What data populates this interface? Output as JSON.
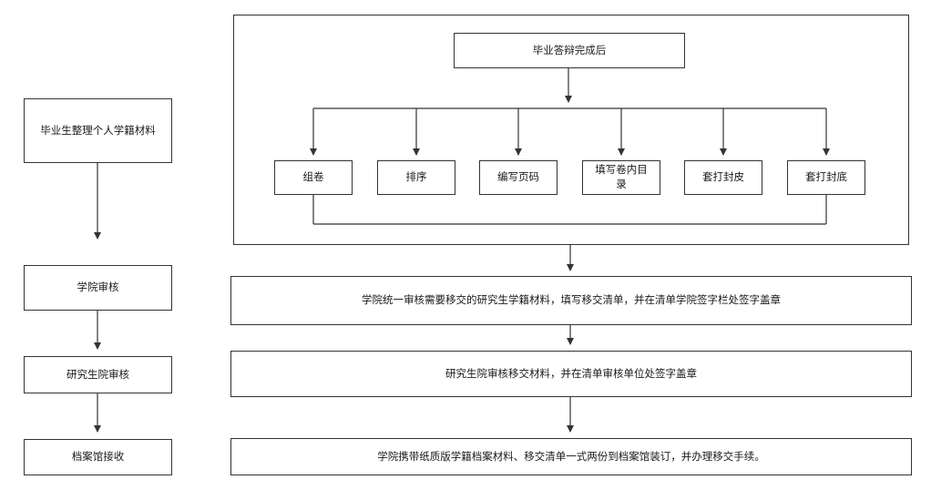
{
  "left_steps": {
    "organize_materials": "毕业生整理个人学籍材料",
    "college_review": "学院审核",
    "grad_school_review": "研究生院审核",
    "archive_receive": "档案馆接收"
  },
  "flow": {
    "start": "毕业答辩完成后",
    "tasks": [
      "组卷",
      "排序",
      "编写页码",
      "填写卷内目录",
      "套打封皮",
      "套打封底"
    ]
  },
  "details": {
    "college": "学院统一审核需要移交的研究生学籍材料，填写移交清单，并在清单学院签字栏处签字盖章",
    "grad_school": "研究生院审核移交材料，并在清单审核单位处签字盖章",
    "archive": "学院携带纸质版学籍档案材料、移交清单一式两份到档案馆装订，并办理移交手续。"
  },
  "colors": {
    "line": "#333333",
    "text": "#1a1a1a"
  }
}
